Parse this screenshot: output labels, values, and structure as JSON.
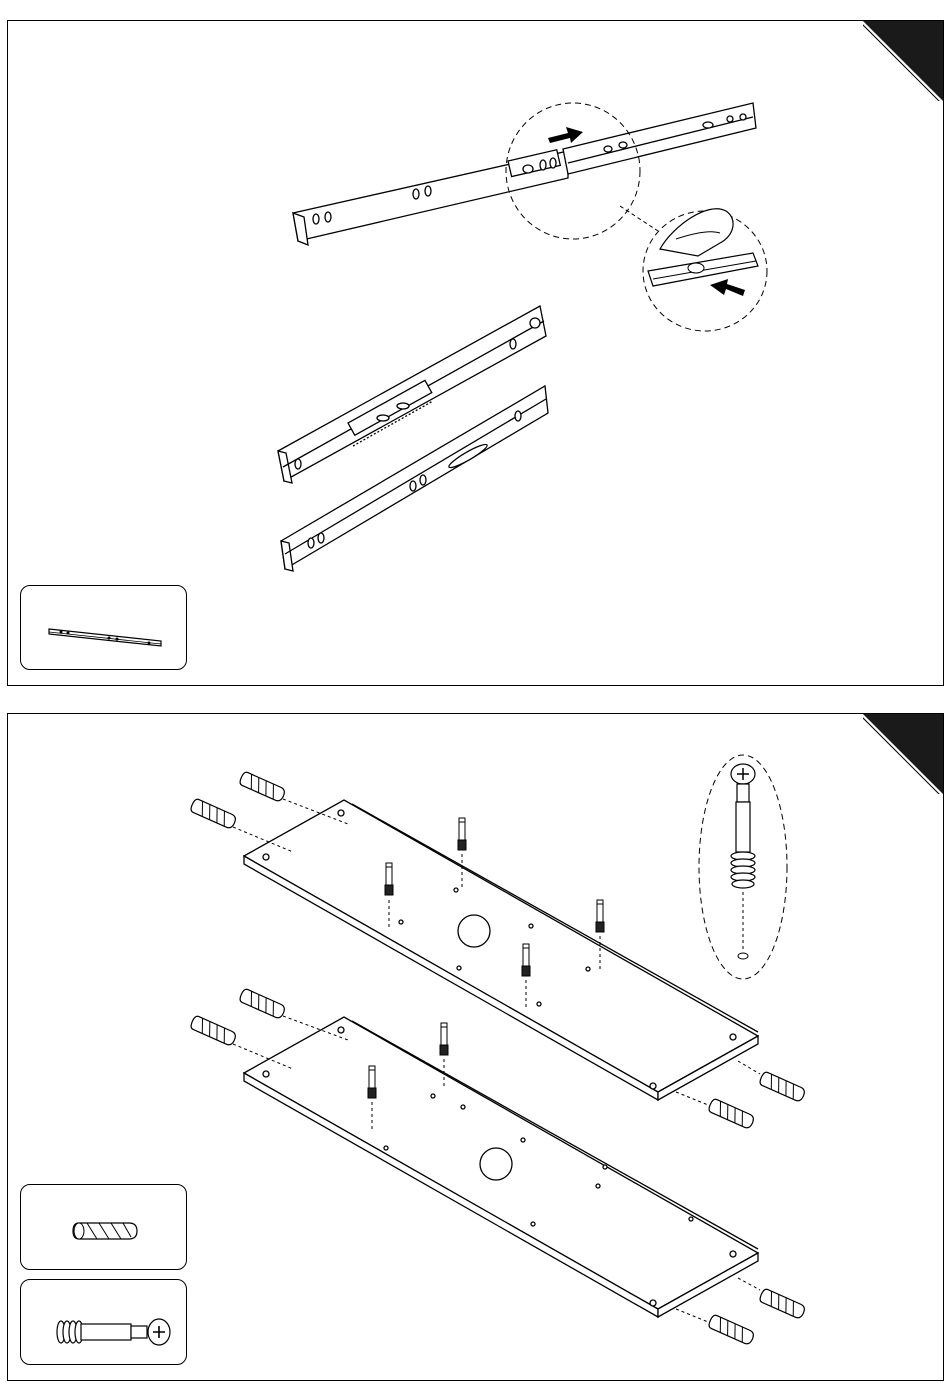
{
  "page": {
    "panels": [
      {
        "id": "drawer-slide-step",
        "parts": [
          "drawer-slide"
        ]
      },
      {
        "id": "shelf-fittings-step",
        "parts": [
          "wooden-dowel",
          "cam-bolt"
        ]
      }
    ]
  },
  "colors": {
    "ink": "#000000",
    "paper": "#ffffff",
    "tab": "#1a1a1a"
  },
  "icons": [
    "push-arrow-icon",
    "corner-tab-icon",
    "dowel-icon",
    "cam-bolt-icon",
    "drawer-slide-icon"
  ]
}
